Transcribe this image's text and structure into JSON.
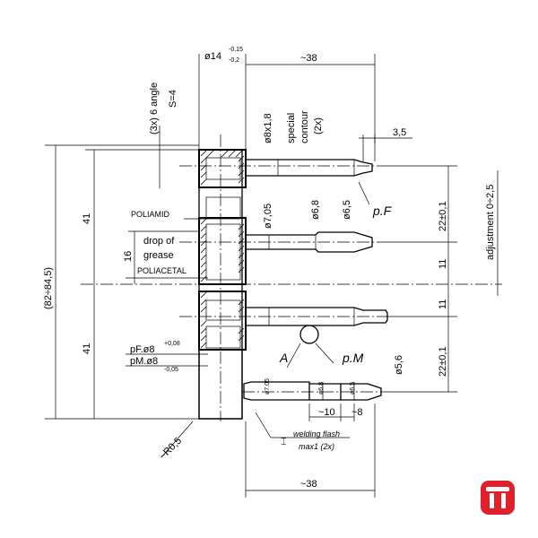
{
  "labels": {
    "diameter_14": "ø14",
    "diameter_14_tol_up": "-0,15",
    "diameter_14_tol_low": "-0,2",
    "length_38_top": "~38",
    "angle_line1": "(3x) 6 angle",
    "angle_line2": "S=4",
    "diameter_8x18": "ø8x1,8",
    "special_contour_1": "special",
    "special_contour_2": "contour",
    "special_contour_3": "(2x)",
    "dim_3_5": "3,5",
    "pF": "p.F",
    "poliamid": "POLIAMID",
    "diameter_7_05": "ø7,05",
    "diameter_6_8": "ø6,8",
    "diameter_6_5": "ø6,5",
    "dim_22_top": "22±0,1",
    "adjustment": "adjustment 0÷2,5",
    "dim_41_top": "41",
    "drop_of": "drop of",
    "grease": "grease",
    "poliacetal": "POLIACETAL",
    "dim_16": "16",
    "dim_11_a": "11",
    "dim_11_b": "11",
    "overall": "(82÷84,5)",
    "dim_41_bottom": "41",
    "pF_dia": "pF.ø8",
    "pF_dia_tol": "+0,08",
    "pM_dia": "pM.ø8",
    "pM_dia_tol": "-0,05",
    "A": "A",
    "pM": "p.M",
    "diameter_5_6": "ø5,6",
    "dim_22_bottom": "22±0,1",
    "dim_10": "~10",
    "dim_8": "~8",
    "radius": "~R0,5",
    "weld_1": "welding flash",
    "weld_2": "max1 (2x)",
    "length_38_bottom": "~38",
    "small_pin_1": "ø7.05",
    "small_pin_2": "ø6.8",
    "small_pin_3": "ø6.5"
  },
  "logo": {
    "color": "#e0202a",
    "icon": "company-logo-icon"
  }
}
